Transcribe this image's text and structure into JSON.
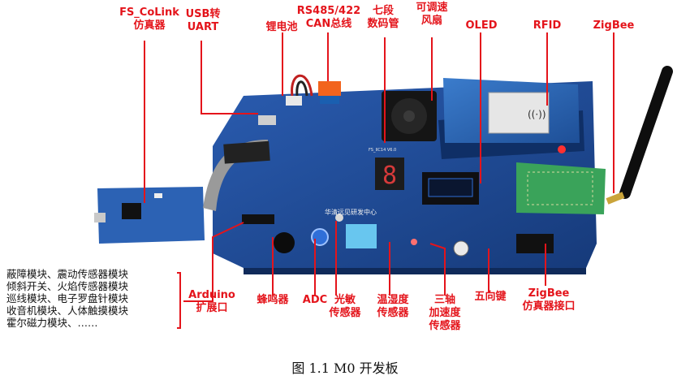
{
  "labels": {
    "fs_colink": [
      "FS_CoLink",
      "仿真器"
    ],
    "usb_uart": [
      "USB转",
      "UART"
    ],
    "battery": [
      "锂电池"
    ],
    "can": [
      "RS485/422",
      "CAN总线"
    ],
    "seg7": [
      "七段",
      "数码管"
    ],
    "fan": [
      "可调速",
      "风扇"
    ],
    "oled": [
      "OLED"
    ],
    "rfid": [
      "RFID"
    ],
    "zigbee": [
      "ZigBee"
    ],
    "arduino": [
      "Arduino",
      "扩展口"
    ],
    "buzzer": [
      "蜂鸣器"
    ],
    "adc": [
      "ADC"
    ],
    "light": [
      "光敏",
      "传感器"
    ],
    "humidity": [
      "温湿度",
      "传感器"
    ],
    "accel": [
      "三轴",
      "加速度",
      "传感器"
    ],
    "fivekey": [
      "五向键"
    ],
    "zigbee_emu": [
      "ZigBee",
      "仿真器接口"
    ]
  },
  "module_list": [
    "蔽障模块、震动传感器模块",
    "倾斜开关、火焰传感器模块",
    "巡线模块、电子罗盘针模块",
    "收音机模块、人体触摸模块",
    "霍尔磁力模块、……"
  ],
  "board": {
    "silkscreen": "华清远见研发中心",
    "board_id": "FS_IIC14 V6.0",
    "seg_digit": "8"
  },
  "caption": "图 1.1 M0 开发板",
  "colors": {
    "label": "#e4141b",
    "line": "#e4141b",
    "pcb": "#1f4f9e",
    "pcb_dark": "#173a78",
    "rfid": "#2d66b8",
    "zigbee_module": "#3aa35a",
    "connector": "#f2641d"
  }
}
